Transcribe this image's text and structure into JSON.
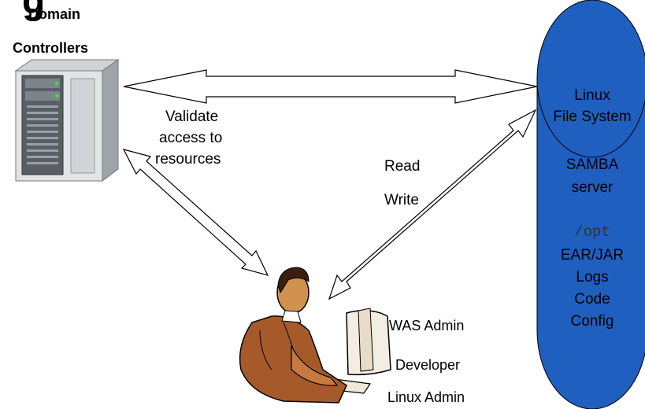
{
  "diagram": {
    "title_fragment": "g",
    "domain_controllers": {
      "line1": "Domain",
      "line2": "Controllers"
    },
    "validate_label": [
      "Validate",
      "access to",
      "resources"
    ],
    "read_label": "Read",
    "write_label": "Write",
    "storage": {
      "line1": "Linux",
      "line2": "File System",
      "line3": "SAMBA",
      "line4": "server",
      "path": "/opt",
      "items": [
        "EAR/JAR",
        "Logs",
        "Code",
        "Config"
      ]
    },
    "roles": [
      "WAS Admin",
      "Developer",
      "Linux Admin"
    ],
    "colors": {
      "cylinder": "#1f5fbf",
      "arrow_stroke": "#000000",
      "skin": "#b5651d"
    }
  }
}
